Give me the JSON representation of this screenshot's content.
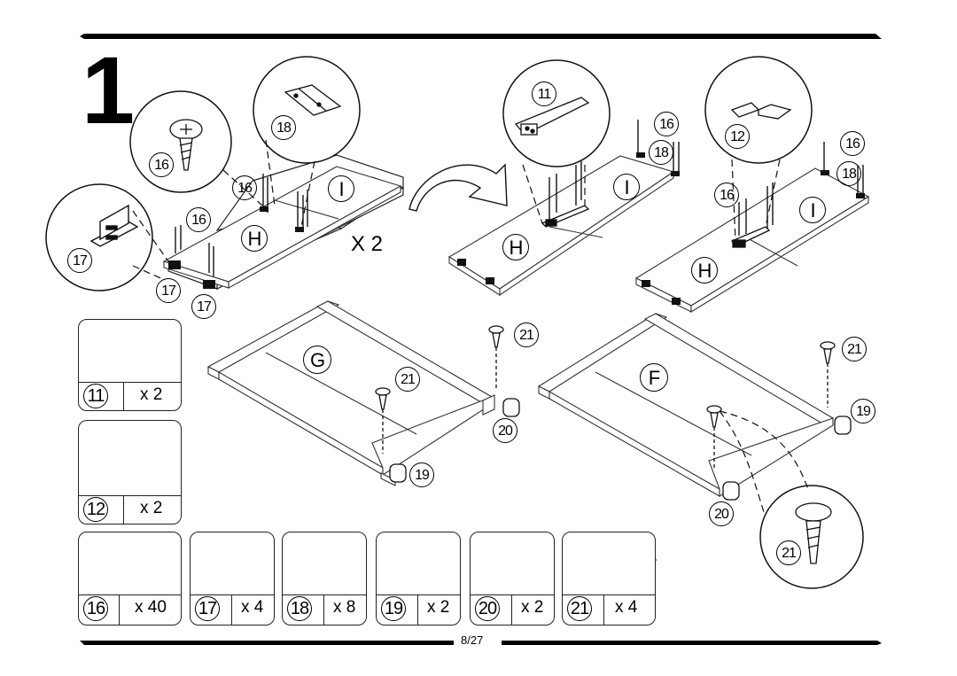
{
  "step_number": "1",
  "page_number": "8/27",
  "multiplier_label": "X 2",
  "panel_labels": {
    "h": "H",
    "i": "I",
    "g": "G",
    "f": "F"
  },
  "callout_numbers": {
    "n11": "11",
    "n12": "12",
    "n16": "16",
    "n17": "17",
    "n18": "18",
    "n19": "19",
    "n20": "20",
    "n21": "21"
  },
  "parts": [
    {
      "num": "11",
      "qty": "x 2",
      "icon": "long-strap-bracket-icon"
    },
    {
      "num": "12",
      "qty": "x 2",
      "icon": "z-bracket-icon"
    },
    {
      "num": "16",
      "qty": "x 40",
      "icon": "screw-icon"
    },
    {
      "num": "17",
      "qty": "x 4",
      "icon": "angle-bracket-icon"
    },
    {
      "num": "18",
      "qty": "x 8",
      "icon": "hinge-icon"
    },
    {
      "num": "19",
      "qty": "x 2",
      "icon": "caster-wheel-icon"
    },
    {
      "num": "20",
      "qty": "x 2",
      "icon": "caster-wheel-icon"
    },
    {
      "num": "21",
      "qty": "x 4",
      "icon": "round-head-screw-icon"
    }
  ]
}
